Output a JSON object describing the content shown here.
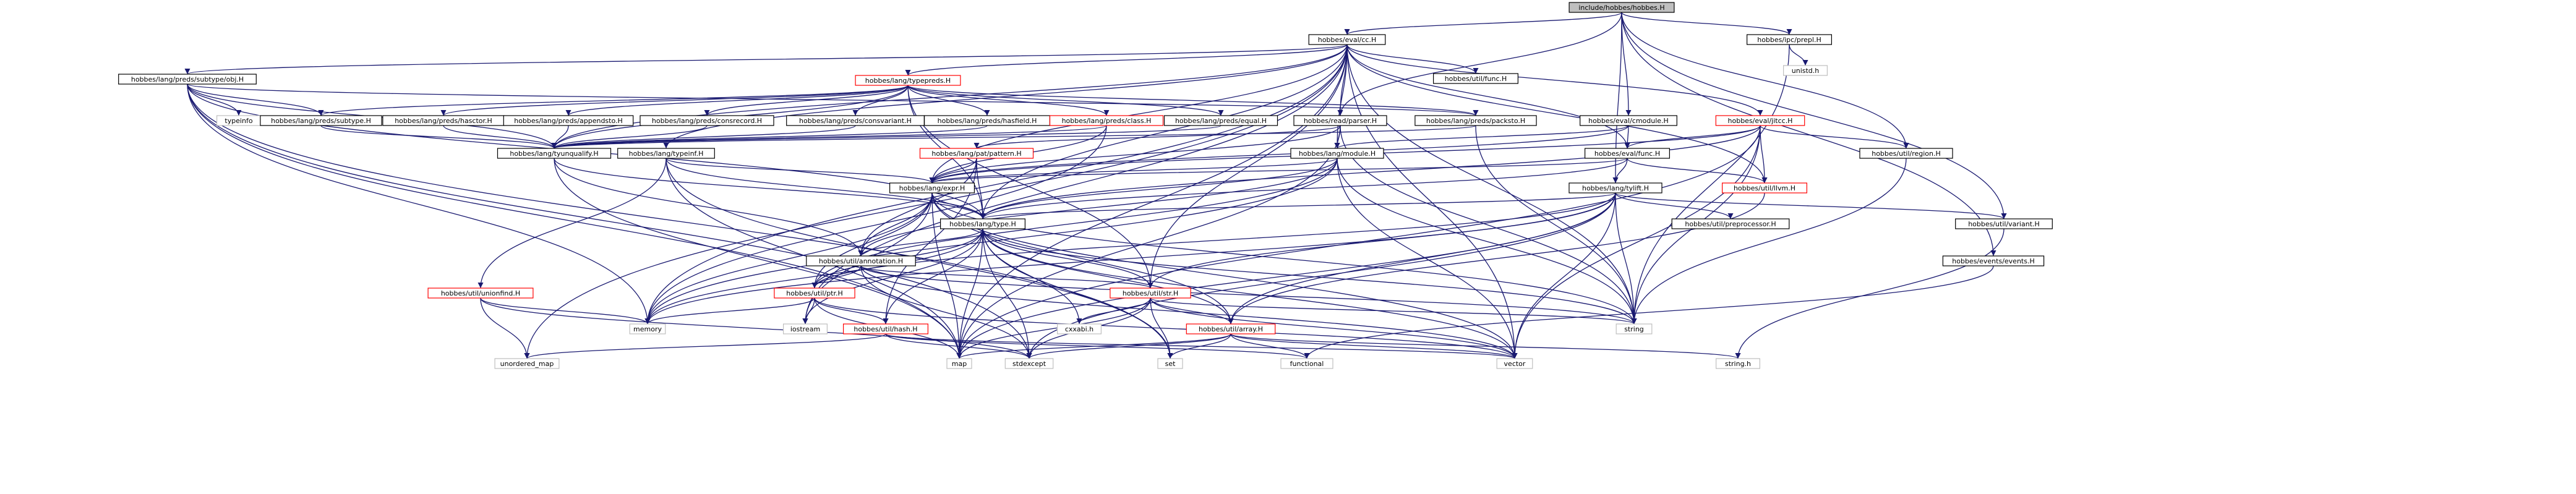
{
  "colors": {
    "edge": "#191970",
    "node_border": "#000000",
    "node_border_red": "#ff0000",
    "node_border_gray": "#bfbfbf",
    "root_fill": "#bfbfbf"
  },
  "nodes": [
    {
      "id": "root",
      "label": "include/hobbes/hobbes.H",
      "kind": "root"
    },
    {
      "id": "evalcc",
      "label": "hobbes/eval/cc.H",
      "kind": "normal"
    },
    {
      "id": "ipcprepl",
      "label": "hobbes/ipc/prepl.H",
      "kind": "normal"
    },
    {
      "id": "unistd",
      "label": "unistd.h",
      "kind": "system"
    },
    {
      "id": "subtypeobj",
      "label": "hobbes/lang/preds/subtype/obj.H",
      "kind": "normal"
    },
    {
      "id": "typepreds",
      "label": "hobbes/lang/typepreds.H",
      "kind": "red"
    },
    {
      "id": "utilfunc",
      "label": "hobbes/util/func.H",
      "kind": "normal"
    },
    {
      "id": "typeinfo",
      "label": "typeinfo",
      "kind": "system"
    },
    {
      "id": "subtype",
      "label": "hobbes/lang/preds/subtype.H",
      "kind": "normal"
    },
    {
      "id": "hasctor",
      "label": "hobbes/lang/preds/hasctor.H",
      "kind": "normal"
    },
    {
      "id": "appendsto",
      "label": "hobbes/lang/preds/appendsto.H",
      "kind": "normal"
    },
    {
      "id": "consrecord",
      "label": "hobbes/lang/preds/consrecord.H",
      "kind": "normal"
    },
    {
      "id": "consvariant",
      "label": "hobbes/lang/preds/consvariant.H",
      "kind": "normal"
    },
    {
      "id": "hasfield",
      "label": "hobbes/lang/preds/hasfield.H",
      "kind": "normal"
    },
    {
      "id": "predclass",
      "label": "hobbes/lang/preds/class.H",
      "kind": "red"
    },
    {
      "id": "equal",
      "label": "hobbes/lang/preds/equal.H",
      "kind": "normal"
    },
    {
      "id": "readparser",
      "label": "hobbes/read/parser.H",
      "kind": "normal"
    },
    {
      "id": "packsto",
      "label": "hobbes/lang/preds/packsto.H",
      "kind": "normal"
    },
    {
      "id": "cmodule",
      "label": "hobbes/eval/cmodule.H",
      "kind": "normal"
    },
    {
      "id": "jitcc",
      "label": "hobbes/eval/jitcc.H",
      "kind": "red"
    },
    {
      "id": "ipcprepl2",
      "label": "hobbes/ipc/prepl.H",
      "kind": "hidden"
    },
    {
      "id": "tyunqualify",
      "label": "hobbes/lang/tyunqualify.H",
      "kind": "normal"
    },
    {
      "id": "typeinf",
      "label": "hobbes/lang/typeinf.H",
      "kind": "normal"
    },
    {
      "id": "patpattern",
      "label": "hobbes/lang/pat/pattern.H",
      "kind": "red"
    },
    {
      "id": "module",
      "label": "hobbes/lang/module.H",
      "kind": "normal"
    },
    {
      "id": "evalfunc",
      "label": "hobbes/eval/func.H",
      "kind": "normal"
    },
    {
      "id": "region",
      "label": "hobbes/util/region.H",
      "kind": "normal"
    },
    {
      "id": "expr",
      "label": "hobbes/lang/expr.H",
      "kind": "normal"
    },
    {
      "id": "llvm",
      "label": "hobbes/util/llvm.H",
      "kind": "red"
    },
    {
      "id": "tylift",
      "label": "hobbes/lang/tylift.H",
      "kind": "normal"
    },
    {
      "id": "type",
      "label": "hobbes/lang/type.H",
      "kind": "normal"
    },
    {
      "id": "preprocessor",
      "label": "hobbes/util/preprocessor.H",
      "kind": "normal"
    },
    {
      "id": "variant",
      "label": "hobbes/util/variant.H",
      "kind": "normal"
    },
    {
      "id": "annotation",
      "label": "hobbes/util/annotation.H",
      "kind": "normal"
    },
    {
      "id": "events",
      "label": "hobbes/events/events.H",
      "kind": "normal"
    },
    {
      "id": "unionfind",
      "label": "hobbes/util/unionfind.H",
      "kind": "red"
    },
    {
      "id": "ptr",
      "label": "hobbes/util/ptr.H",
      "kind": "red"
    },
    {
      "id": "str",
      "label": "hobbes/util/str.H",
      "kind": "red"
    },
    {
      "id": "hash",
      "label": "hobbes/util/hash.H",
      "kind": "red"
    },
    {
      "id": "array",
      "label": "hobbes/util/array.H",
      "kind": "red"
    },
    {
      "id": "memory",
      "label": "memory",
      "kind": "system"
    },
    {
      "id": "iostream",
      "label": "iostream",
      "kind": "system"
    },
    {
      "id": "cxxabi",
      "label": "cxxabi.h",
      "kind": "system"
    },
    {
      "id": "string",
      "label": "string",
      "kind": "system"
    },
    {
      "id": "unordered_map",
      "label": "unordered_map",
      "kind": "system"
    },
    {
      "id": "map",
      "label": "map",
      "kind": "system"
    },
    {
      "id": "stdexcept",
      "label": "stdexcept",
      "kind": "system"
    },
    {
      "id": "set",
      "label": "set",
      "kind": "system"
    },
    {
      "id": "functional",
      "label": "functional",
      "kind": "system"
    },
    {
      "id": "vector",
      "label": "vector",
      "kind": "system"
    },
    {
      "id": "stringh",
      "label": "string.h",
      "kind": "system"
    }
  ],
  "edges": [
    [
      "root",
      "evalcc"
    ],
    [
      "root",
      "ipcprepl"
    ],
    [
      "root",
      "readparser"
    ],
    [
      "root",
      "cmodule"
    ],
    [
      "root",
      "region"
    ],
    [
      "root",
      "variant"
    ],
    [
      "root",
      "events"
    ],
    [
      "root",
      "tylift"
    ],
    [
      "evalcc",
      "subtypeobj"
    ],
    [
      "evalcc",
      "typepreds"
    ],
    [
      "evalcc",
      "utilfunc"
    ],
    [
      "evalcc",
      "jitcc"
    ],
    [
      "evalcc",
      "readparser"
    ],
    [
      "evalcc",
      "tyunqualify"
    ],
    [
      "evalcc",
      "typeinf"
    ],
    [
      "evalcc",
      "module"
    ],
    [
      "evalcc",
      "expr"
    ],
    [
      "evalcc",
      "type"
    ],
    [
      "evalcc",
      "memory"
    ],
    [
      "evalcc",
      "map"
    ],
    [
      "evalcc",
      "string"
    ],
    [
      "evalcc",
      "vector"
    ],
    [
      "evalcc",
      "iostream"
    ],
    [
      "evalcc",
      "evalfunc"
    ],
    [
      "evalcc",
      "llvm"
    ],
    [
      "evalcc",
      "str"
    ],
    [
      "evalcc",
      "unordered_map"
    ],
    [
      "ipcprepl",
      "unistd"
    ],
    [
      "ipcprepl",
      "string"
    ],
    [
      "subtypeobj",
      "typeinfo"
    ],
    [
      "subtypeobj",
      "subtype"
    ],
    [
      "subtypeobj",
      "tyunqualify"
    ],
    [
      "subtypeobj",
      "type"
    ],
    [
      "subtypeobj",
      "map"
    ],
    [
      "subtypeobj",
      "memory"
    ],
    [
      "subtypeobj",
      "stdexcept"
    ],
    [
      "subtypeobj",
      "set"
    ],
    [
      "subtypeobj",
      "packsto"
    ],
    [
      "typepreds",
      "subtype"
    ],
    [
      "typepreds",
      "hasctor"
    ],
    [
      "typepreds",
      "appendsto"
    ],
    [
      "typepreds",
      "consrecord"
    ],
    [
      "typepreds",
      "consvariant"
    ],
    [
      "typepreds",
      "hasfield"
    ],
    [
      "typepreds",
      "predclass"
    ],
    [
      "typepreds",
      "equal"
    ],
    [
      "typepreds",
      "packsto"
    ],
    [
      "typepreds",
      "tyunqualify"
    ],
    [
      "typepreds",
      "type"
    ],
    [
      "typepreds",
      "str"
    ],
    [
      "subtype",
      "tyunqualify"
    ],
    [
      "hasctor",
      "tyunqualify"
    ],
    [
      "appendsto",
      "tyunqualify"
    ],
    [
      "consrecord",
      "tyunqualify"
    ],
    [
      "consvariant",
      "tyunqualify"
    ],
    [
      "hasfield",
      "tyunqualify"
    ],
    [
      "equal",
      "tyunqualify"
    ],
    [
      "packsto",
      "tyunqualify"
    ],
    [
      "packsto",
      "string"
    ],
    [
      "predclass",
      "tyunqualify"
    ],
    [
      "predclass",
      "expr"
    ],
    [
      "predclass",
      "memory"
    ],
    [
      "readparser",
      "module"
    ],
    [
      "readparser",
      "expr"
    ],
    [
      "readparser",
      "patpattern"
    ],
    [
      "readparser",
      "string"
    ],
    [
      "readparser",
      "map"
    ],
    [
      "cmodule",
      "evalfunc"
    ],
    [
      "cmodule",
      "module"
    ],
    [
      "cmodule",
      "expr"
    ],
    [
      "jitcc",
      "evalfunc"
    ],
    [
      "jitcc",
      "llvm"
    ],
    [
      "jitcc",
      "region"
    ],
    [
      "jitcc",
      "type"
    ],
    [
      "jitcc",
      "expr"
    ],
    [
      "jitcc",
      "string"
    ],
    [
      "jitcc",
      "vector"
    ],
    [
      "jitcc",
      "map"
    ],
    [
      "tyunqualify",
      "type"
    ],
    [
      "tyunqualify",
      "annotation"
    ],
    [
      "tyunqualify",
      "map"
    ],
    [
      "typeinf",
      "expr"
    ],
    [
      "typeinf",
      "type"
    ],
    [
      "typeinf",
      "unionfind"
    ],
    [
      "typeinf",
      "map"
    ],
    [
      "typeinf",
      "set"
    ],
    [
      "patpattern",
      "expr"
    ],
    [
      "patpattern",
      "type"
    ],
    [
      "patpattern",
      "annotation"
    ],
    [
      "patpattern",
      "hash"
    ],
    [
      "module",
      "expr"
    ],
    [
      "module",
      "type"
    ],
    [
      "module",
      "annotation"
    ],
    [
      "module",
      "ptr"
    ],
    [
      "module",
      "memory"
    ],
    [
      "module",
      "string"
    ],
    [
      "module",
      "vector"
    ],
    [
      "evalfunc",
      "tylift"
    ],
    [
      "evalfunc",
      "llvm"
    ],
    [
      "evalfunc",
      "expr"
    ],
    [
      "evalfunc",
      "type"
    ],
    [
      "region",
      "string"
    ],
    [
      "expr",
      "type"
    ],
    [
      "expr",
      "annotation"
    ],
    [
      "expr",
      "ptr"
    ],
    [
      "expr",
      "array"
    ],
    [
      "expr",
      "memory"
    ],
    [
      "expr",
      "iostream"
    ],
    [
      "expr",
      "string"
    ],
    [
      "expr",
      "vector"
    ],
    [
      "expr",
      "map"
    ],
    [
      "llvm",
      "array"
    ],
    [
      "tylift",
      "type"
    ],
    [
      "tylift",
      "preprocessor"
    ],
    [
      "tylift",
      "variant"
    ],
    [
      "tylift",
      "ptr"
    ],
    [
      "tylift",
      "str"
    ],
    [
      "tylift",
      "array"
    ],
    [
      "tylift",
      "string"
    ],
    [
      "tylift",
      "vector"
    ],
    [
      "tylift",
      "memory"
    ],
    [
      "tylift",
      "stdexcept"
    ],
    [
      "tylift",
      "map"
    ],
    [
      "type",
      "annotation"
    ],
    [
      "type",
      "ptr"
    ],
    [
      "type",
      "str"
    ],
    [
      "type",
      "hash"
    ],
    [
      "type",
      "array"
    ],
    [
      "type",
      "memory"
    ],
    [
      "type",
      "iostream"
    ],
    [
      "type",
      "cxxabi"
    ],
    [
      "type",
      "string"
    ],
    [
      "type",
      "map"
    ],
    [
      "type",
      "set"
    ],
    [
      "type",
      "stdexcept"
    ],
    [
      "type",
      "vector"
    ],
    [
      "variant",
      "stringh"
    ],
    [
      "annotation",
      "ptr"
    ],
    [
      "annotation",
      "str"
    ],
    [
      "annotation",
      "string"
    ],
    [
      "annotation",
      "vector"
    ],
    [
      "annotation",
      "stdexcept"
    ],
    [
      "events",
      "functional"
    ],
    [
      "unionfind",
      "unordered_map"
    ],
    [
      "unionfind",
      "memory"
    ],
    [
      "unionfind",
      "stdexcept"
    ],
    [
      "ptr",
      "hash"
    ],
    [
      "ptr",
      "memory"
    ],
    [
      "ptr",
      "iostream"
    ],
    [
      "ptr",
      "map"
    ],
    [
      "ptr",
      "vector"
    ],
    [
      "str",
      "array"
    ],
    [
      "str",
      "string"
    ],
    [
      "str",
      "vector"
    ],
    [
      "str",
      "map"
    ],
    [
      "str",
      "set"
    ],
    [
      "str",
      "cxxabi"
    ],
    [
      "str",
      "stdexcept"
    ],
    [
      "hash",
      "unordered_map"
    ],
    [
      "hash",
      "functional"
    ],
    [
      "hash",
      "vector"
    ],
    [
      "hash",
      "stdexcept"
    ],
    [
      "array",
      "functional"
    ],
    [
      "array",
      "vector"
    ],
    [
      "array",
      "map"
    ],
    [
      "array",
      "set"
    ],
    [
      "array",
      "stdexcept"
    ],
    [
      "array",
      "stringh"
    ]
  ]
}
